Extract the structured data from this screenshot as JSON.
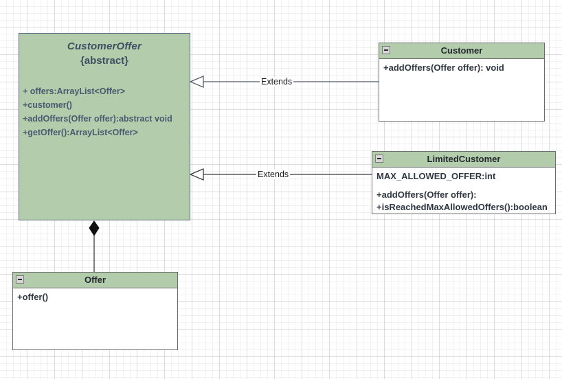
{
  "diagram": {
    "type": "uml-class-diagram",
    "background": "#ffffff",
    "grid_color": "#cccccc",
    "class_fill": "#b3ccab",
    "class_border": "#6b6b6b",
    "abstract_border": "#5b6a80",
    "text_color": "#3f4f63"
  },
  "nodes": {
    "customer_offer": {
      "name": "CustomerOffer",
      "stereotype": "{abstract}",
      "members": [
        "+ offers:ArrayList<Offer>",
        "+customer()",
        "+addOffers(Offer offer):abstract void",
        "+getOffer():ArrayList<Offer>"
      ]
    },
    "customer": {
      "name": "Customer",
      "collapse_icon": "minus-icon",
      "members": [
        "+addOffers(Offer offer): void"
      ]
    },
    "limited_customer": {
      "name": "LimitedCustomer",
      "collapse_icon": "minus-icon",
      "members": [
        "MAX_ALLOWED_OFFER:int",
        "",
        "+addOffers(Offer offer):",
        "+isReachedMaxAllowedOffers():boolean"
      ]
    },
    "offer": {
      "name": "Offer",
      "collapse_icon": "minus-icon",
      "members": [
        "+offer()"
      ]
    }
  },
  "edges": {
    "customer_extends": {
      "label": "Extends",
      "kind": "generalization",
      "from": "Customer",
      "to": "CustomerOffer"
    },
    "limited_customer_extends": {
      "label": "Extends",
      "kind": "generalization",
      "from": "LimitedCustomer",
      "to": "CustomerOffer"
    },
    "offer_composition": {
      "label": "",
      "kind": "composition",
      "from": "CustomerOffer",
      "to": "Offer"
    }
  }
}
